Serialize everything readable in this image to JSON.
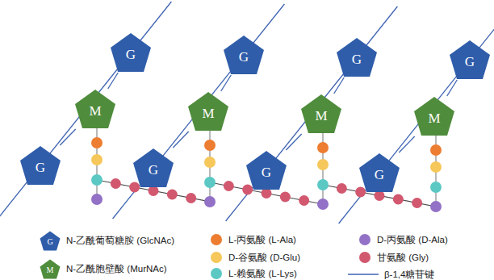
{
  "diagram": {
    "nodes": [
      {
        "text": [
          "G"
        ]
      },
      {
        "text": [
          "G"
        ]
      },
      {
        "text": [
          "G"
        ]
      },
      {
        "text": [
          "G"
        ]
      },
      {
        "text": [
          "M"
        ]
      },
      {
        "text": [
          "M"
        ]
      },
      {
        "text": [
          "M"
        ]
      },
      {
        "text": [
          "M"
        ]
      },
      {
        "text": [
          "G"
        ]
      },
      {
        "text": [
          "G"
        ]
      },
      {
        "text": [
          "G"
        ]
      },
      {
        "text": [
          "G"
        ]
      }
    ],
    "edges": [
      {
        "from": 8,
        "to": 4,
        "arrow": "none"
      },
      {
        "from": 4,
        "to": 0,
        "arrow": "none"
      },
      {
        "from": 9,
        "to": 5,
        "arrow": "none"
      },
      {
        "from": 5,
        "to": 1,
        "arrow": "none"
      },
      {
        "from": 10,
        "to": 6,
        "arrow": "none"
      },
      {
        "from": 6,
        "to": 2,
        "arrow": "none"
      },
      {
        "from": 11,
        "to": 7,
        "arrow": "none"
      },
      {
        "from": 7,
        "to": 3,
        "arrow": "none"
      }
    ],
    "labels": [
      "G",
      "M"
    ],
    "legend": [
      {
        "text": "N-乙酰葡萄糖胺 (GlcNAc)"
      },
      {
        "text": "N-乙酰胞壁酸 (MurNAc)"
      },
      {
        "text": "L-丙氨酸 (L-Ala)",
        "color": "#ED7D31"
      },
      {
        "text": "D-谷氨酸 (D-Glu)",
        "color": "#F6C75A"
      },
      {
        "text": "L-赖氨酸 (L-Lys)",
        "color": "#5CC8C4"
      },
      {
        "text": "D-丙氨酸 (D-Ala)",
        "color": "#9271C6"
      },
      {
        "text": "甘氨酸 (Gly)",
        "color": "#D2586F"
      },
      {
        "text": "β-1,4糖苷键"
      }
    ]
  }
}
